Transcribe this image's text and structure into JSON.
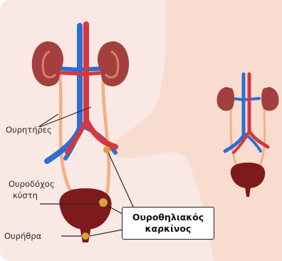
{
  "labels": {
    "ureters": "Ουρητήρες",
    "bladder_line1": "Ουροδόχος",
    "bladder_line2": "κύστη",
    "urethra": "Ουρήθρα",
    "cancer_line1": "Ουροθηλιακός",
    "cancer_line2": "καρκίνος"
  },
  "colors": {
    "background": "#fae8e4",
    "body_silhouette": "#f7dccf",
    "kidney": "#a33f3e",
    "vein": "#2b6fd1",
    "artery": "#d8363c",
    "ureter": "#f2b083",
    "bladder": "#7e1a1b",
    "tumor": "#d9a13a"
  }
}
